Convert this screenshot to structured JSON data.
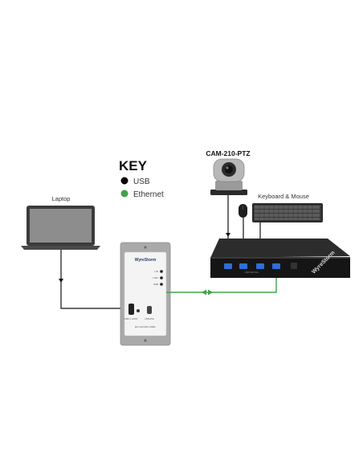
{
  "key": {
    "title": "KEY",
    "items": [
      {
        "label": "USB",
        "color": "#000000"
      },
      {
        "label": "Ethernet",
        "color": "#3fa34d"
      }
    ]
  },
  "devices": {
    "laptop": {
      "label": "Laptop"
    },
    "camera": {
      "label": "CAM-210-PTZ"
    },
    "keyboard_mouse": {
      "label": "Keyboard & Mouse"
    },
    "wall_plate": {
      "brand": "WyreStorm",
      "leds": [
        "L/D",
        "LINK",
        "USB"
      ],
      "ports": [
        "USB-C HOST",
        "UPDATE"
      ],
      "model": "EX-1U2-WP-USBC"
    },
    "extender_box": {
      "brand": "WyreStorm",
      "port_strip": "USB DEVICE"
    }
  },
  "colors": {
    "usb": "#111111",
    "ethernet": "#3fa34d",
    "device_dark": "#1b1b1b",
    "port_blue": "#2f6fd6"
  }
}
